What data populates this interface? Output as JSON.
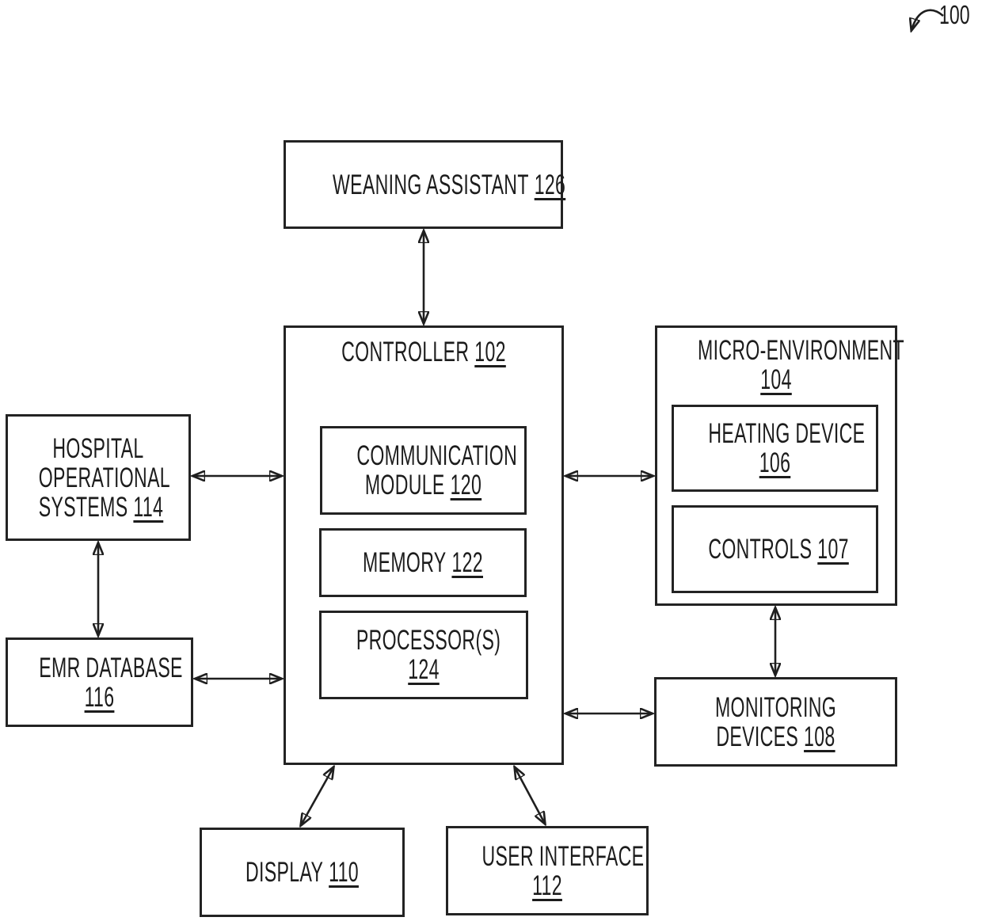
{
  "figure": {
    "reference_number": "100"
  },
  "boxes": {
    "weaning_assistant": {
      "lines": [
        {
          "text": "WEANING ASSISTANT",
          "ref": "126"
        }
      ]
    },
    "controller": {
      "lines": [
        {
          "text": "CONTROLLER",
          "ref": "102"
        }
      ]
    },
    "communication_module": {
      "lines": [
        {
          "text": "COMMUNICATION",
          "ref": ""
        },
        {
          "text": "MODULE",
          "ref": "120"
        }
      ]
    },
    "memory": {
      "lines": [
        {
          "text": "MEMORY",
          "ref": "122"
        }
      ]
    },
    "processors": {
      "lines": [
        {
          "text": "PROCESSOR(S)",
          "ref": ""
        },
        {
          "text": "",
          "ref": "124"
        }
      ]
    },
    "micro_environment": {
      "lines": [
        {
          "text": "MICRO-ENVIRONMENT",
          "ref": ""
        },
        {
          "text": "",
          "ref": "104"
        }
      ]
    },
    "heating_device": {
      "lines": [
        {
          "text": "HEATING DEVICE",
          "ref": ""
        },
        {
          "text": "",
          "ref": "106"
        }
      ]
    },
    "controls": {
      "lines": [
        {
          "text": "CONTROLS",
          "ref": "107"
        }
      ]
    },
    "hospital_operational_systems": {
      "lines": [
        {
          "text": "HOSPITAL",
          "ref": ""
        },
        {
          "text": "OPERATIONAL",
          "ref": ""
        },
        {
          "text": "SYSTEMS",
          "ref": "114"
        }
      ]
    },
    "emr_database": {
      "lines": [
        {
          "text": "EMR DATABASE",
          "ref": ""
        },
        {
          "text": "",
          "ref": "116"
        }
      ]
    },
    "monitoring_devices": {
      "lines": [
        {
          "text": "MONITORING",
          "ref": ""
        },
        {
          "text": "DEVICES",
          "ref": "108"
        }
      ]
    },
    "display": {
      "lines": [
        {
          "text": "DISPLAY",
          "ref": "110"
        }
      ]
    },
    "user_interface": {
      "lines": [
        {
          "text": "USER INTERFACE",
          "ref": ""
        },
        {
          "text": "",
          "ref": "112"
        }
      ]
    }
  },
  "connections": [
    {
      "from": "weaning_assistant",
      "to": "controller",
      "type": "bidirectional"
    },
    {
      "from": "hospital_operational_systems",
      "to": "controller",
      "type": "bidirectional"
    },
    {
      "from": "emr_database",
      "to": "controller",
      "type": "bidirectional"
    },
    {
      "from": "hospital_operational_systems",
      "to": "emr_database",
      "type": "bidirectional"
    },
    {
      "from": "controller",
      "to": "micro_environment",
      "type": "bidirectional"
    },
    {
      "from": "controller",
      "to": "monitoring_devices",
      "type": "bidirectional"
    },
    {
      "from": "micro_environment",
      "to": "monitoring_devices",
      "type": "bidirectional"
    },
    {
      "from": "controller",
      "to": "display",
      "type": "bidirectional"
    },
    {
      "from": "controller",
      "to": "user_interface",
      "type": "bidirectional"
    }
  ],
  "colors": {
    "ink": "#1c1c1c",
    "background": "#ffffff"
  }
}
